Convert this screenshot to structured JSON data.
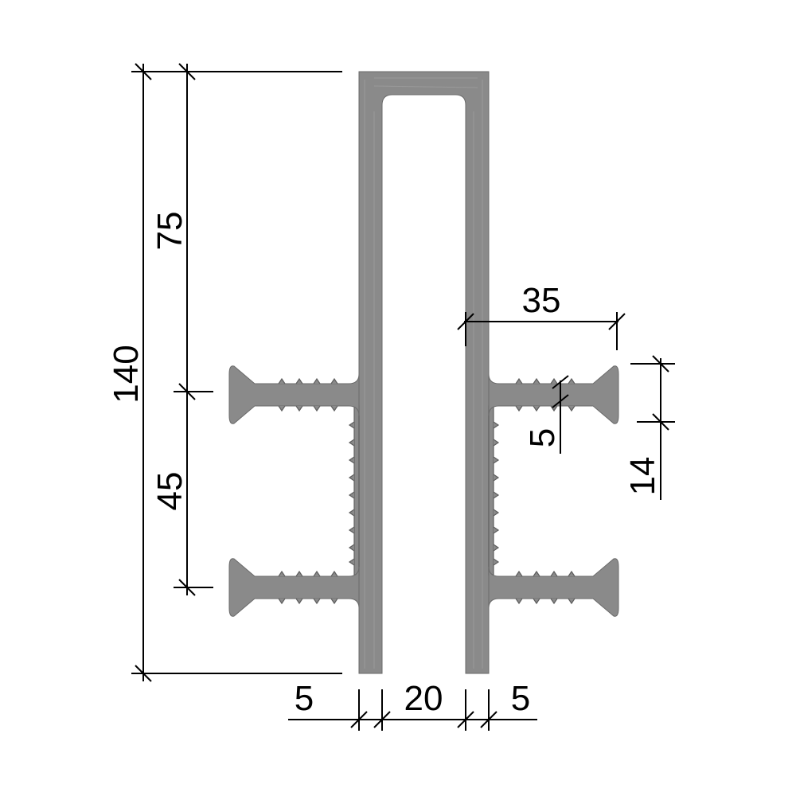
{
  "diagram": {
    "colors": {
      "profile_fill": "#8a8a8a",
      "profile_edge": "#6a6a6a",
      "background": "#ffffff",
      "dimension_lines": "#000000"
    },
    "dimensions": {
      "total_height": "140",
      "upper_section": "75",
      "lower_section": "45",
      "flange_length": "35",
      "rib_thickness": "5",
      "flange_spacing": "14",
      "left_wall": "5",
      "cavity_width": "20",
      "right_wall": "5"
    }
  }
}
